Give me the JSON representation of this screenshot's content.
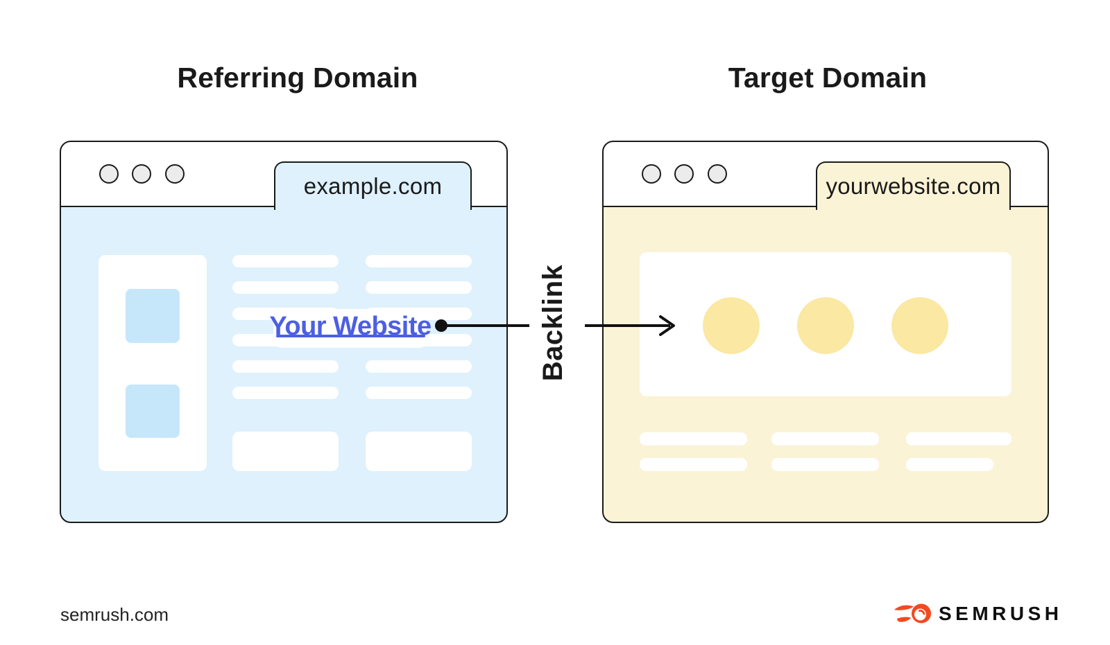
{
  "headings": {
    "left": "Referring Domain",
    "right": "Target Domain"
  },
  "referring_browser": {
    "tab_label": "example.com",
    "link_text": "Your Website"
  },
  "target_browser": {
    "tab_label": "yourwebsite.com"
  },
  "arrow": {
    "label": "Backlink"
  },
  "footer": {
    "source": "semrush.com",
    "brand": "SEMRUSH"
  },
  "icons": {
    "window_dots": "window-control-dot",
    "brand_icon": "semrush-flame-icon"
  },
  "colors": {
    "ink": "#1A1A1A",
    "accent-link": "#4C5FE4",
    "blue-bg": "#DEF1FC",
    "blue-square": "#C6E7FA",
    "yellow-bg": "#FBF3D6",
    "yellow-circle": "#FAE8A3",
    "dot-gray": "#ECECEC",
    "brand-orange": "#F4481F"
  }
}
